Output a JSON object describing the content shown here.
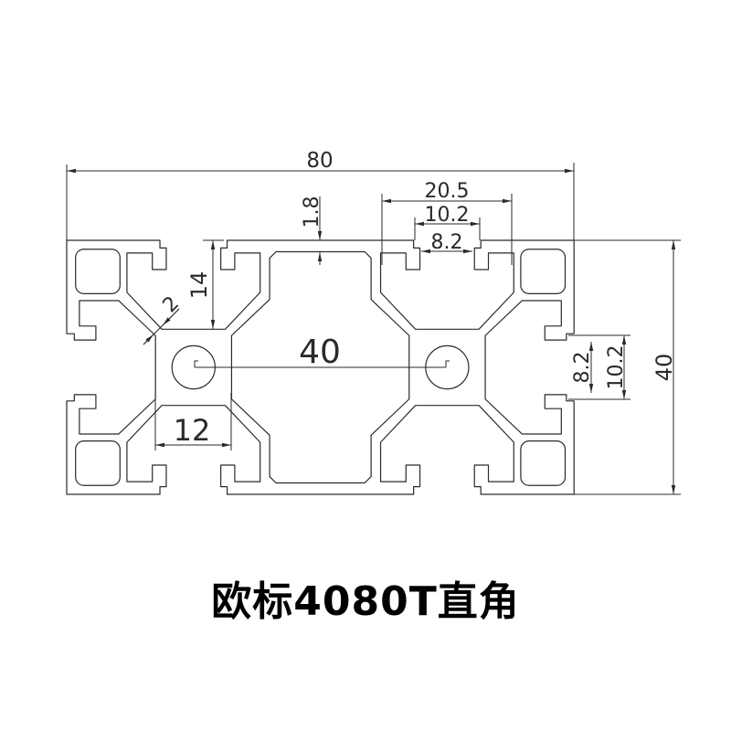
{
  "title": "欧标4080T直角",
  "dimensions": {
    "overall_width": "80",
    "slot_outer_width": "20.5",
    "slot_inner_width": "10.2",
    "slot_opening": "8.2",
    "wall_thickness": "1.8",
    "slot_depth": "14",
    "web_thickness": "2",
    "hole_spacing": "40",
    "core_width": "12",
    "overall_height": "40",
    "side_slot_inner_width": "10.2",
    "side_slot_opening": "8.2"
  },
  "colors": {
    "line": "#2a2a2a",
    "background": "#ffffff",
    "title": "#000000"
  }
}
